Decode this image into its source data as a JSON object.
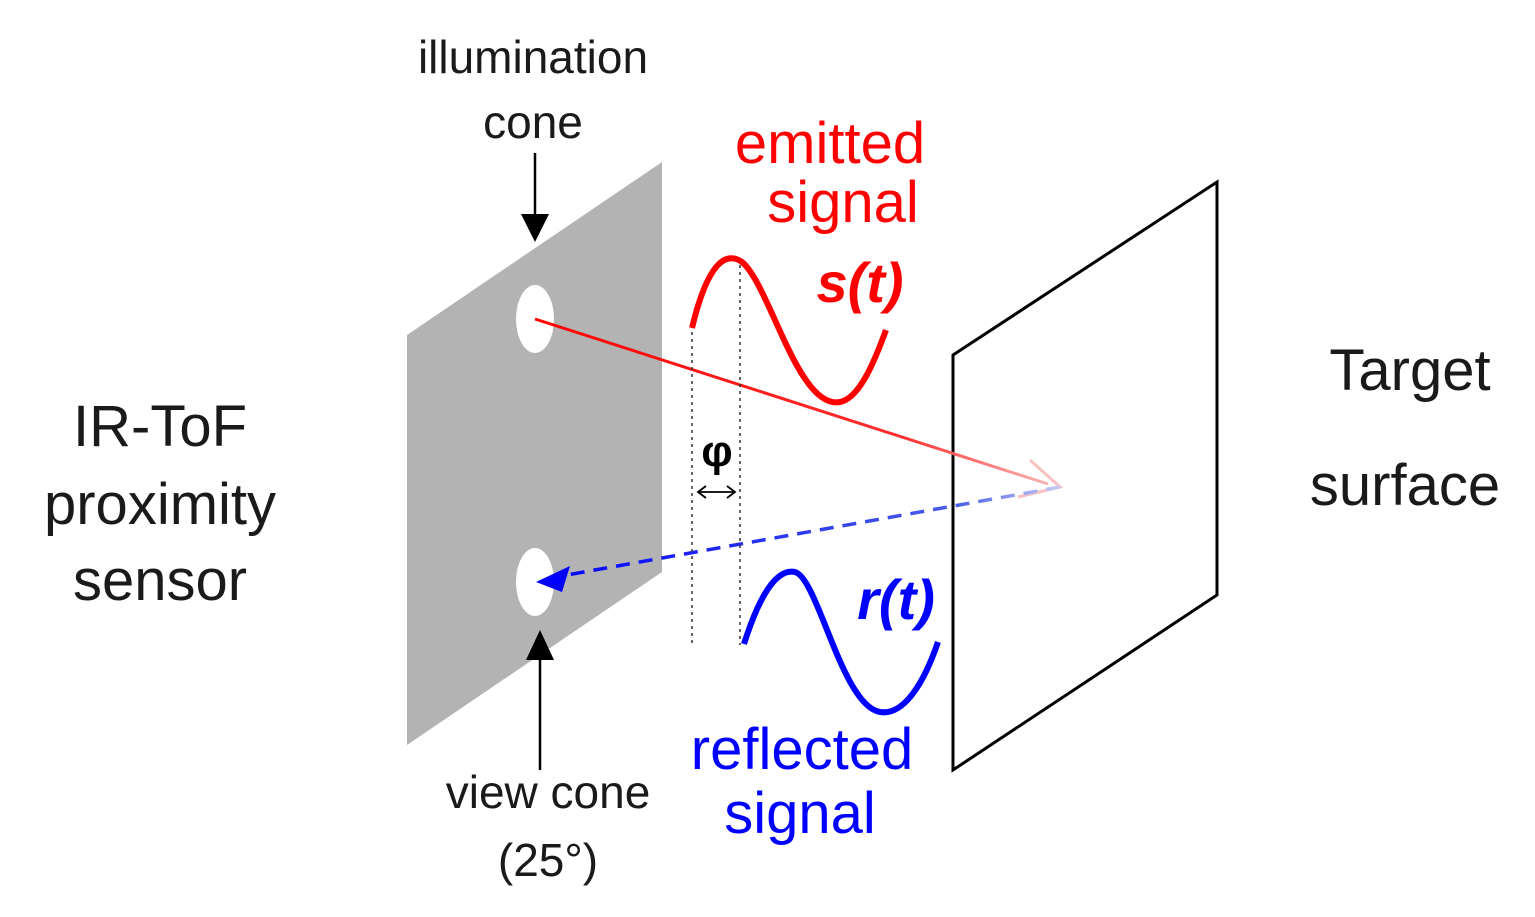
{
  "labels": {
    "illumination_line1": "illumination",
    "illumination_line2": "cone",
    "emitted_line1": "emitted",
    "emitted_line2": "signal",
    "emitted_formula": "s(t)",
    "sensor_line1": "IR-ToF",
    "sensor_line2": "proximity",
    "sensor_line3": "sensor",
    "phase": "φ",
    "target_line1": "Target",
    "target_line2": "surface",
    "reflected_formula": "r(t)",
    "reflected_line1": "reflected",
    "reflected_line2": "signal",
    "view_line1": "view cone",
    "view_line2": "(25°)"
  },
  "colors": {
    "emitted": "#ff0000",
    "reflected": "#0000ff",
    "sensor_panel": "#b3b3b3",
    "text": "#1a1a1a",
    "target_outline": "#000000",
    "emitted_arrow_fade": "#f9c0c0",
    "reflected_dash_fade": "#c8cdf5"
  }
}
